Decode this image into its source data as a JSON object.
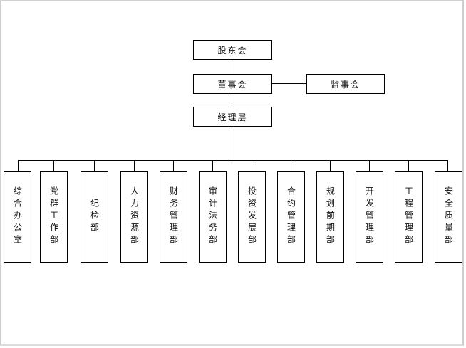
{
  "chart": {
    "title": "",
    "top_level": {
      "shareholders": "股东会",
      "board": "董事会",
      "supervisors": "监事会",
      "management": "经理层"
    },
    "departments": [
      {
        "label": "综合办公室"
      },
      {
        "label": "党群工作部"
      },
      {
        "label": "纪检部"
      },
      {
        "label": "人力资源部"
      },
      {
        "label": "财务管理部"
      },
      {
        "label": "审计法务部"
      },
      {
        "label": "投资发展部"
      },
      {
        "label": "合约管理部"
      },
      {
        "label": "规划前期部"
      },
      {
        "label": "开发管理部"
      },
      {
        "label": "工程管理部"
      },
      {
        "label": "安全质量部"
      }
    ]
  },
  "colors": {
    "line": "#000000",
    "box_border": "#000000",
    "background": "#ffffff",
    "frame": "#cfcfcf"
  }
}
